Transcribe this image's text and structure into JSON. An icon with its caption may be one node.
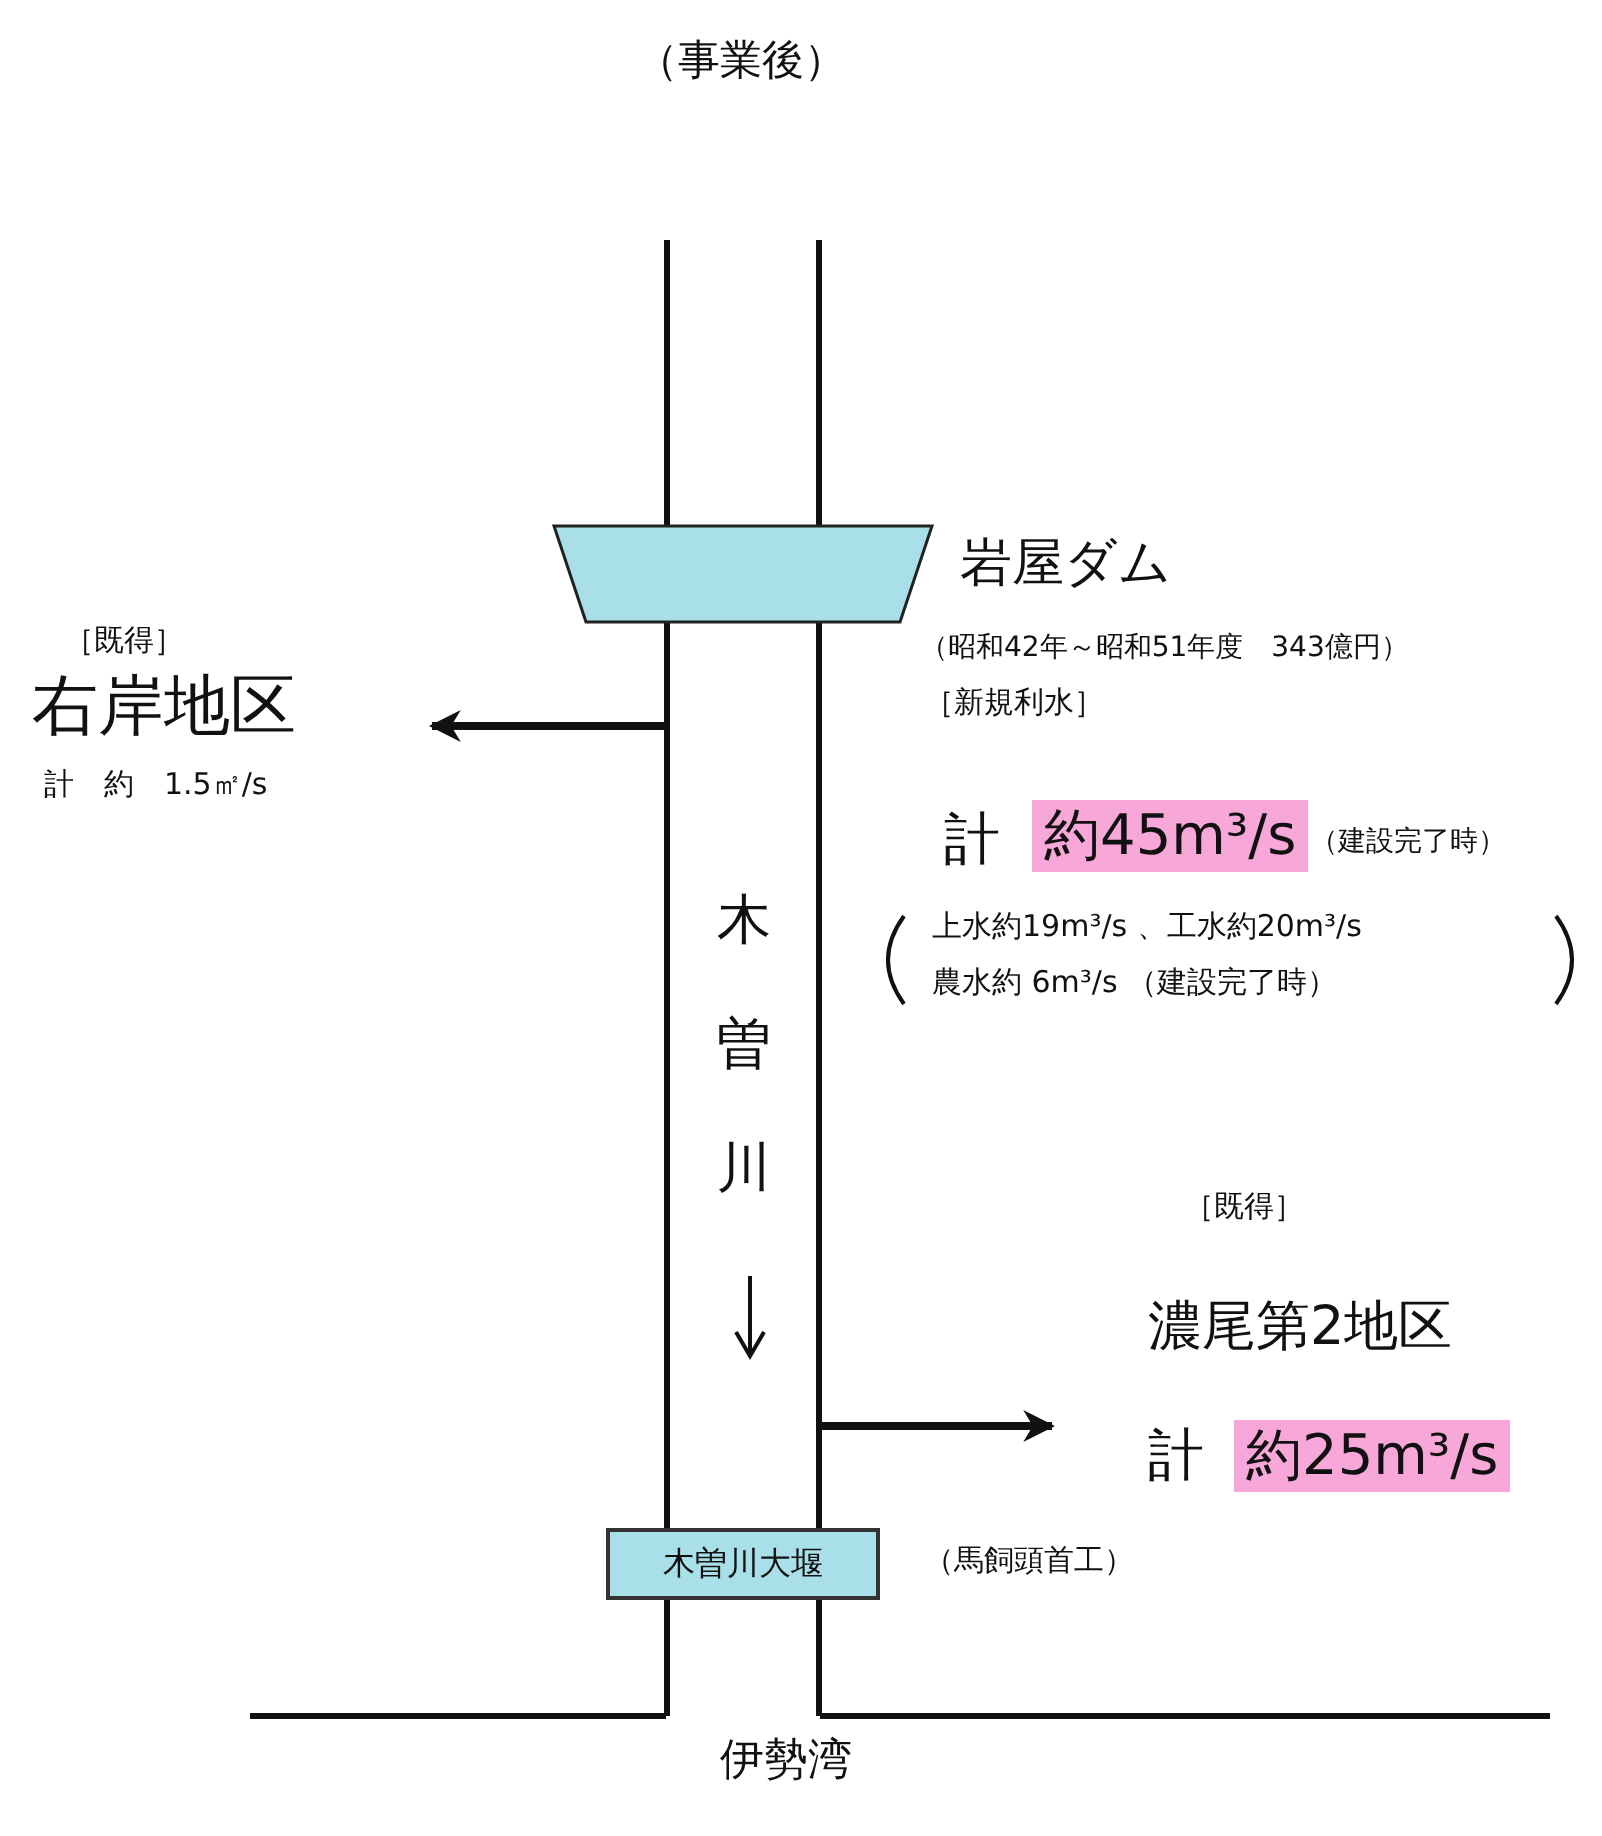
{
  "diagram": {
    "title": "（事業後）",
    "nodes": [
      {
        "text": [
          "木曽川"
        ]
      },
      {
        "text": [],
        "shape": "trapezoid",
        "beside": [
          "岩屋ダム",
          "（昭和42年～昭和51年度　343億円）"
        ]
      },
      {
        "text": [
          "右岸地区"
        ],
        "beside": [
          "計　約　1.5㎡/s"
        ]
      },
      {
        "text": [
          "濃尾第2地区"
        ],
        "beside": [
          "計",
          "約25m³/s"
        ]
      },
      {
        "text": [
          "木曽川大堰"
        ],
        "beside": [
          "（馬飼頭首工）"
        ]
      }
    ],
    "edges": [
      {
        "from": 0,
        "to": 2,
        "arrow": "to"
      },
      {
        "from": 0,
        "to": 3,
        "arrow": "to"
      }
    ],
    "labels": [
      "［既得］",
      "［新規利水］",
      "計",
      "約45m³/s",
      "（建設完了時）",
      "上水約19m³/s 、工水約20m³/s",
      "農水約 6m³/s （建設完了時）",
      "［既得］",
      "伊勢湾"
    ]
  }
}
